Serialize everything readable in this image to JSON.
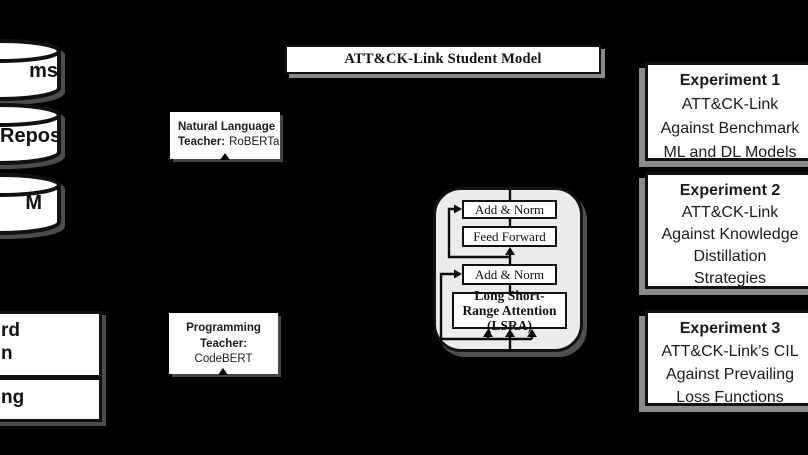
{
  "colors": {
    "background": "#000000",
    "box_fill": "#ffffff",
    "line": "#111111",
    "transformer_fill": "#ececec",
    "shadow": "#4c4c4c"
  },
  "title_box": {
    "label": "ATT&CK-Link Student Model"
  },
  "data_sources": {
    "cylinders": [
      {
        "label": "ms"
      },
      {
        "label": "Repos"
      },
      {
        "label": "M"
      }
    ],
    "boxes": [
      {
        "lines": [
          "rd",
          "n"
        ]
      },
      {
        "lines": [
          "ng"
        ]
      }
    ]
  },
  "teachers": {
    "natural_language": {
      "line1": "Natural Language",
      "label_prefix": "Teacher:",
      "model": "RoBERTa"
    },
    "programming": {
      "line1": "Programming",
      "line2": "Teacher:",
      "model": "CodeBERT"
    }
  },
  "student_block": {
    "layers": {
      "add_norm_top": "Add & Norm",
      "feed_forward": "Feed Forward",
      "add_norm_bottom": "Add & Norm",
      "attention": "Long Short-Range Attention (LSRA)"
    }
  },
  "experiments": [
    {
      "title": "Experiment 1",
      "lines": [
        "ATT&CK-Link",
        "Against Benchmark",
        "ML and DL Models"
      ]
    },
    {
      "title": "Experiment 2",
      "lines": [
        "ATT&CK-Link",
        "Against Knowledge",
        "Distillation",
        "Strategies"
      ]
    },
    {
      "title": "Experiment 3",
      "lines": [
        "ATT&CK-Link’s CIL",
        "Against Prevailing",
        "Loss Functions"
      ]
    }
  ]
}
